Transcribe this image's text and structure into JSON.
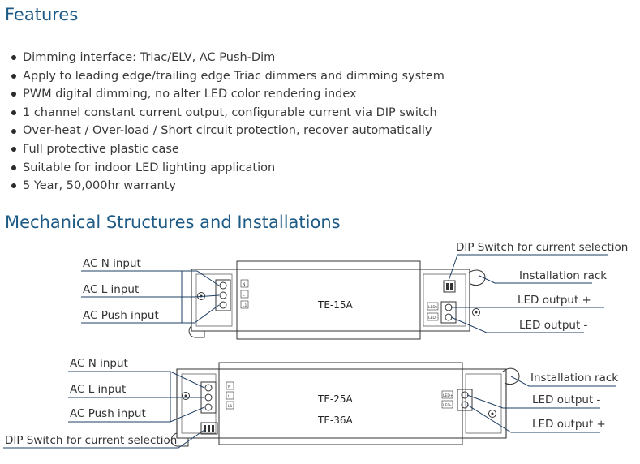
{
  "features": {
    "title": "Features",
    "items": [
      "Dimming interface: Triac/ELV, AC Push-Dim",
      "Apply to leading edge/trailing edge Triac dimmers and dimming system",
      "PWM digital dimming, no alter LED color rendering index",
      "1 channel constant current output, configurable current via DIP switch",
      "Over-heat / Over-load / Short circuit protection, recover automatically",
      "Full protective plastic case",
      "Suitable for indoor LED lighting application",
      "5 Year, 50,000hr warranty"
    ]
  },
  "mechanical": {
    "title": "Mechanical Structures and Installations",
    "top_device": {
      "model": "TE-15A",
      "terminal_labels": [
        "N",
        "L",
        "L1"
      ],
      "output_labels": [
        "LED+",
        "LED-"
      ],
      "labels": {
        "ac_n": "AC N input",
        "ac_l": "AC L input",
        "ac_push": "AC Push input",
        "dip": "DIP Switch for current selection",
        "rack": "Installation rack",
        "led_plus": "LED output +",
        "led_minus": "LED output -"
      }
    },
    "bottom_device": {
      "model_1": "TE-25A",
      "model_2": "TE-36A",
      "terminal_labels": [
        "N",
        "L",
        "L1"
      ],
      "output_labels": [
        "LED+",
        "LED-"
      ],
      "labels": {
        "ac_n": "AC N input",
        "ac_l": "AC L input",
        "ac_push": "AC Push input",
        "dip": "DIP Switch for current selection",
        "rack": "Installation rack",
        "led_minus": "LED output -",
        "led_plus": "LED output +"
      }
    }
  },
  "colors": {
    "heading": "#1d5a86",
    "line": "#1f3f66",
    "text": "#333333"
  }
}
